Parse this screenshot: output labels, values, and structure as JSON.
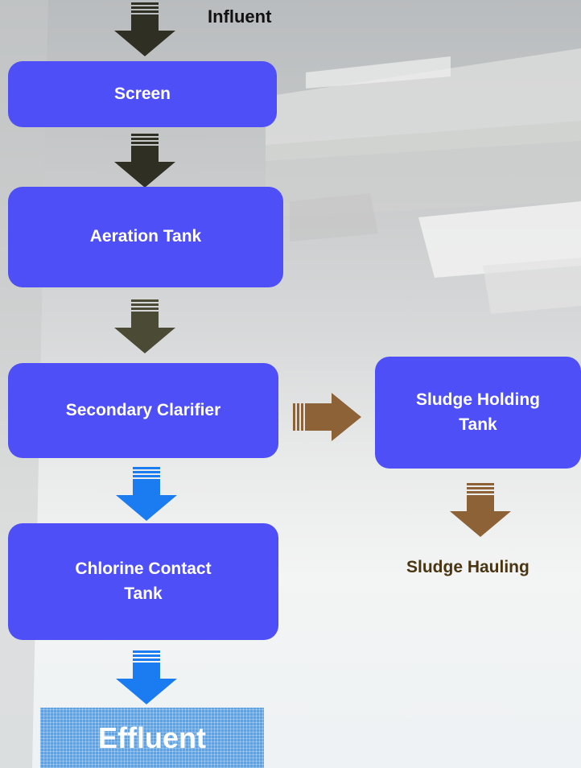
{
  "diagram": {
    "title": "Influent",
    "nodes": {
      "screen": "Screen",
      "aeration_tank": "Aeration Tank",
      "secondary_clarifier": "Secondary Clarifier",
      "chlorine_contact_tank": "Chlorine Contact\nTank",
      "sludge_holding_tank": "Sludge Holding\nTank",
      "sludge_hauling": "Sludge Hauling",
      "effluent": "Effluent"
    },
    "colors": {
      "box": "#4f4ff7",
      "arrow_dark": "#2f2f24",
      "arrow_brown": "#8c6236",
      "arrow_blue": "#1a7cf0",
      "sludge_text": "#4a3512"
    }
  }
}
